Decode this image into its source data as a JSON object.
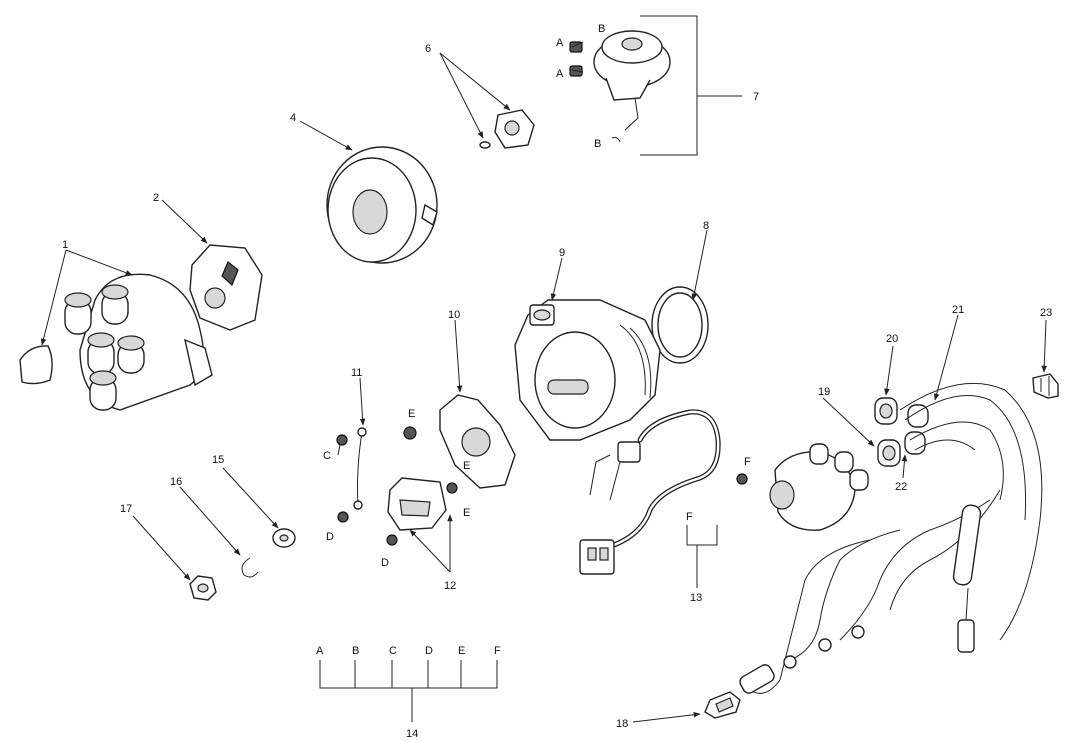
{
  "callouts": [
    {
      "id": "c1",
      "text": "1"
    },
    {
      "id": "c2",
      "text": "2"
    },
    {
      "id": "c4",
      "text": "4"
    },
    {
      "id": "c6",
      "text": "6"
    },
    {
      "id": "c7",
      "text": "7"
    },
    {
      "id": "c8",
      "text": "8"
    },
    {
      "id": "c9",
      "text": "9"
    },
    {
      "id": "c10",
      "text": "10"
    },
    {
      "id": "c11",
      "text": "11"
    },
    {
      "id": "c12",
      "text": "12"
    },
    {
      "id": "c13",
      "text": "13"
    },
    {
      "id": "c14",
      "text": "14"
    },
    {
      "id": "c15",
      "text": "15"
    },
    {
      "id": "c16",
      "text": "16"
    },
    {
      "id": "c17",
      "text": "17"
    },
    {
      "id": "c18",
      "text": "18"
    },
    {
      "id": "c19",
      "text": "19"
    },
    {
      "id": "c20",
      "text": "20"
    },
    {
      "id": "c21",
      "text": "21"
    },
    {
      "id": "c22",
      "text": "22"
    },
    {
      "id": "c23",
      "text": "23"
    }
  ],
  "letters": {
    "A": "A",
    "B": "B",
    "C": "C",
    "D": "D",
    "E": "E",
    "F": "F"
  },
  "group14_letters": [
    "A",
    "B",
    "C",
    "D",
    "E",
    "F"
  ]
}
